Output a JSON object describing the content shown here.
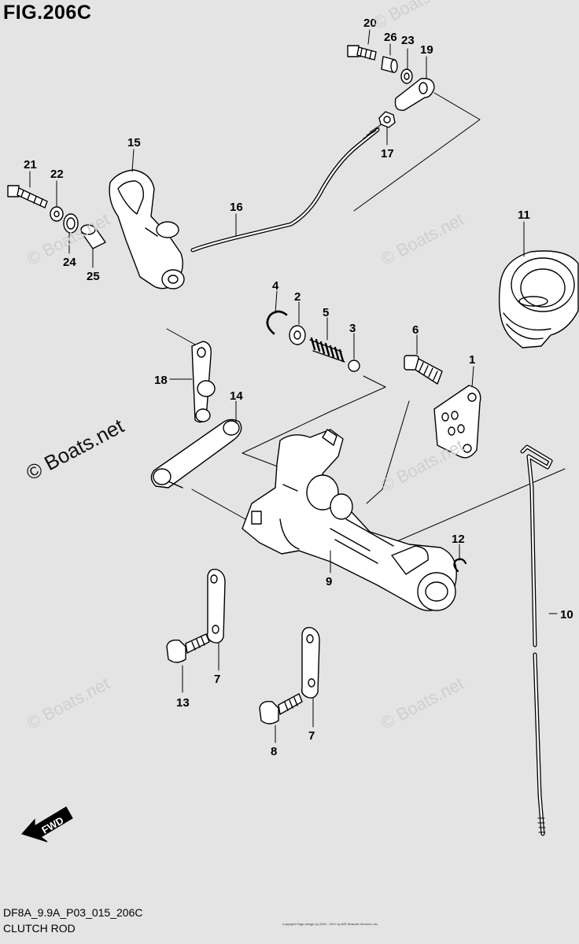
{
  "figure": {
    "title": "FIG.206C",
    "code": "DF8A_9.9A_P03_015_206C",
    "name": "CLUTCH ROD",
    "copyright_note": "Copyright\nPage design (c) 2004 - 2017 by ARI Network Services, Inc."
  },
  "watermarks": {
    "primary": "© Boats.net",
    "faint": "© Boats.net"
  },
  "fwd_label": "FWD",
  "callouts": [
    "1",
    "2",
    "3",
    "4",
    "5",
    "6",
    "7",
    "7",
    "8",
    "9",
    "10",
    "11",
    "12",
    "13",
    "14",
    "15",
    "16",
    "17",
    "18",
    "19",
    "20",
    "21",
    "22",
    "23",
    "24",
    "25",
    "26"
  ],
  "colors": {
    "background": "#e4e4e4",
    "ink": "#000000",
    "watermark": "#cfcfcf"
  }
}
